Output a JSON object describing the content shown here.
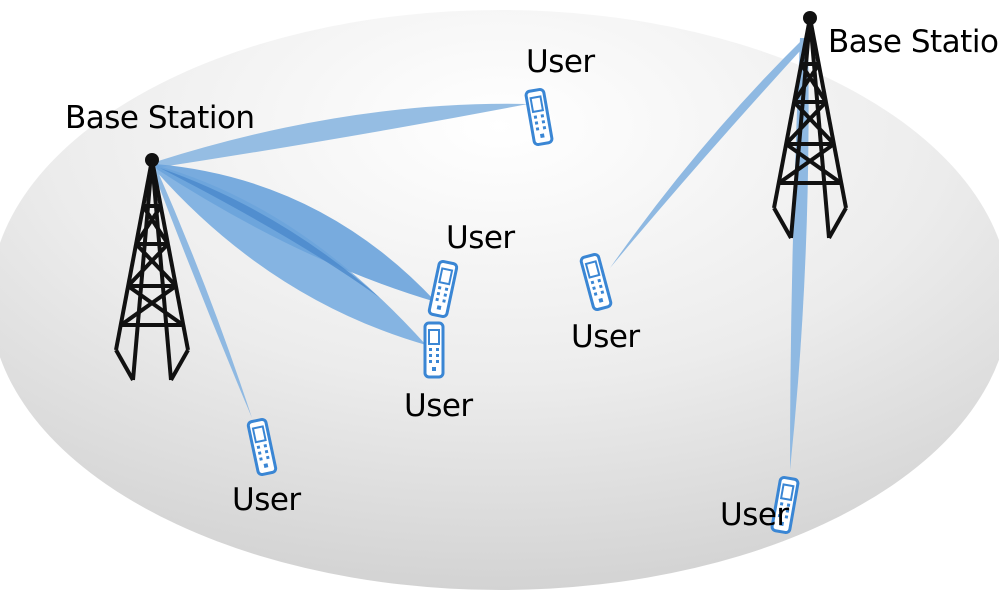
{
  "base_stations": [
    {
      "label": "Base Station",
      "icon": "tower-icon"
    },
    {
      "label": "Base Station",
      "icon": "tower-icon"
    }
  ],
  "users": [
    {
      "label": "User",
      "icon": "phone-icon",
      "served_by": "base-station-left"
    },
    {
      "label": "User",
      "icon": "phone-icon",
      "served_by": "base-station-left"
    },
    {
      "label": "User",
      "icon": "phone-icon",
      "served_by": "base-station-left"
    },
    {
      "label": "User",
      "icon": "phone-icon",
      "served_by": "base-station-left"
    },
    {
      "label": "User",
      "icon": "phone-icon",
      "served_by": "base-station-right"
    },
    {
      "label": "User",
      "icon": "phone-icon",
      "served_by": "base-station-right"
    }
  ],
  "colors": {
    "beam_light": "#8fb9e2",
    "beam_dark": "#4a88cc",
    "phone": "#3a86d4",
    "tower": "#111111",
    "cell_fill_top": "#ffffff",
    "cell_fill_bottom": "#d6d6d6"
  }
}
